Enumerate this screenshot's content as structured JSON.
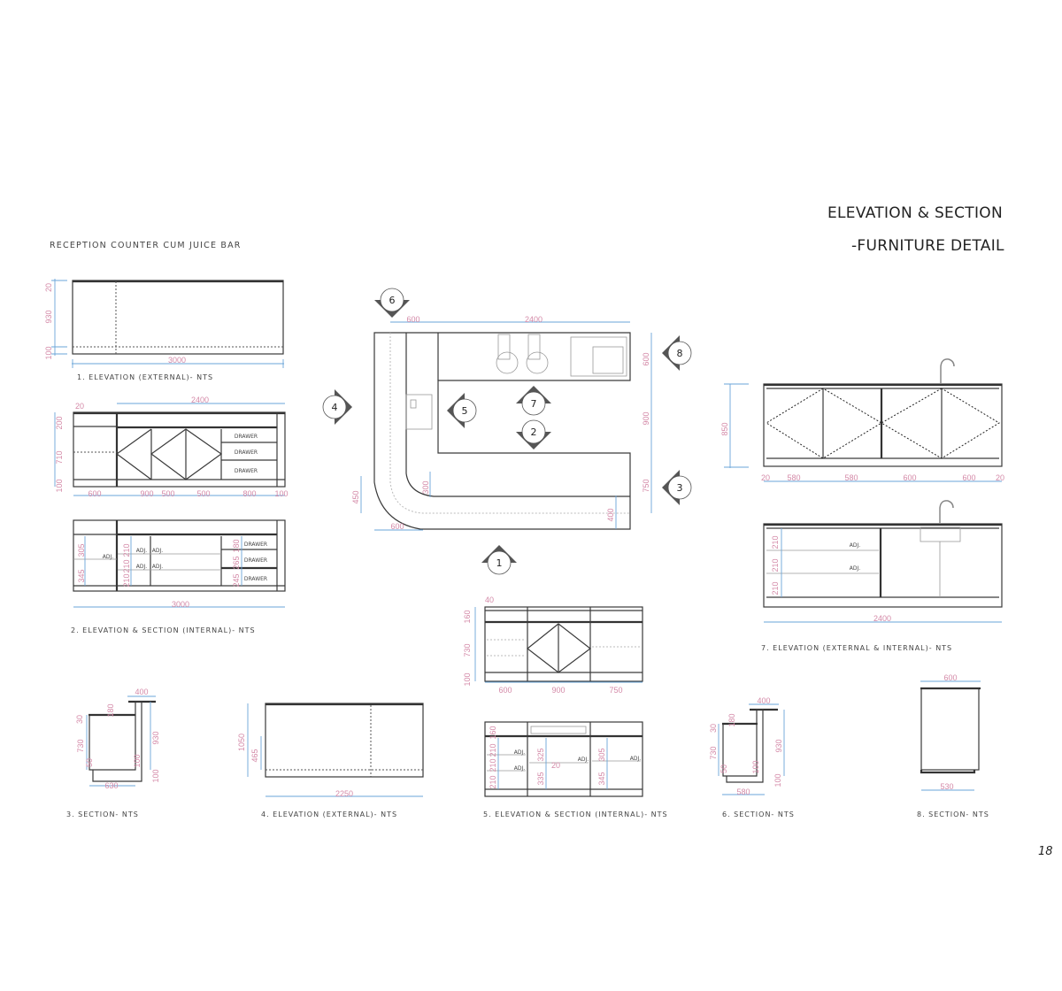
{
  "header": {
    "title_line1": "ELEVATION & SECTION",
    "title_line2": "-FURNITURE DETAIL",
    "project": "RECEPTION COUNTER CUM JUICE BAR",
    "page_number": "18"
  },
  "captions": {
    "d1": "1. ELEVATION (EXTERNAL)- NTS",
    "d2": "2. ELEVATION & SECTION (INTERNAL)- NTS",
    "d3": "3. SECTION- NTS",
    "d4": "4. ELEVATION (EXTERNAL)- NTS",
    "d5": "5. ELEVATION & SECTION (INTERNAL)- NTS",
    "d6": "6. SECTION- NTS",
    "d7": "7. ELEVATION (EXTERNAL & INTERNAL)- NTS",
    "d8": "8. SECTION- NTS"
  },
  "labels": {
    "drawer": "DRAWER",
    "adj": "ADJ."
  },
  "markers": [
    "1",
    "2",
    "3",
    "4",
    "5",
    "6",
    "7",
    "8"
  ],
  "dims": {
    "d1": [
      "20",
      "930",
      "100",
      "3000"
    ],
    "d2a": [
      "2400",
      "20",
      "200",
      "710",
      "100",
      "600",
      "900",
      "500",
      "500",
      "800",
      "100"
    ],
    "d2b": [
      "305",
      "345",
      "210",
      "210",
      "210",
      "180",
      "265",
      "245",
      "3000"
    ],
    "plan": [
      "600",
      "2400",
      "600",
      "900",
      "750",
      "450",
      "300",
      "400",
      "600"
    ],
    "d3": [
      "400",
      "180",
      "30",
      "730",
      "930",
      "50",
      "100",
      "100",
      "630"
    ],
    "d4": [
      "1050",
      "465",
      "2250"
    ],
    "d5a": [
      "40",
      "160",
      "730",
      "100",
      "600",
      "900",
      "750"
    ],
    "d5b": [
      "160",
      "210",
      "210",
      "210",
      "325",
      "20",
      "335",
      "305",
      "345"
    ],
    "d6": [
      "400",
      "180",
      "30",
      "730",
      "930",
      "50",
      "100",
      "100",
      "580"
    ],
    "d7a": [
      "850",
      "20",
      "580",
      "580",
      "600",
      "600",
      "20"
    ],
    "d7b": [
      "210",
      "210",
      "210",
      "2400"
    ],
    "d8": [
      "600",
      "530"
    ]
  }
}
